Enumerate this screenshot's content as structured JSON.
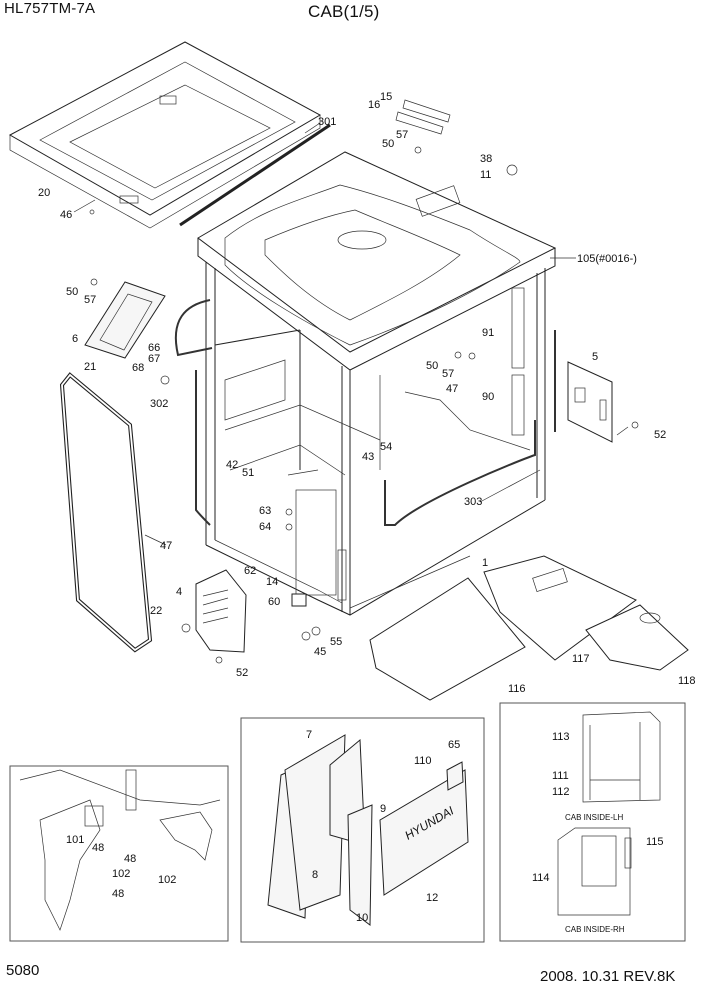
{
  "header": {
    "model": "HL757TM-7A",
    "title": "CAB(1/5)"
  },
  "footer": {
    "page_number": "5080",
    "date_rev": "2008. 10.31  REV.8K"
  },
  "glass_brand_text": "HYUNDAI",
  "insets": {
    "inside_lh_caption": "CAB INSIDE-LH",
    "inside_rh_caption": "CAB INSIDE-RH"
  },
  "callouts": {
    "c301": "301",
    "c20": "20",
    "c46": "46",
    "c15": "15",
    "c16": "16",
    "c57a": "57",
    "c50a": "50",
    "c38": "38",
    "c11": "11",
    "c105": "105(#0016-)",
    "c50b": "50",
    "c57b": "57",
    "c6": "6",
    "c21": "21",
    "c66": "66",
    "c67": "67",
    "c68": "68",
    "c302": "302",
    "c91": "91",
    "c50c": "50",
    "c57c": "57",
    "c47a": "47",
    "c90": "90",
    "c5": "5",
    "c52a": "52",
    "c43": "43",
    "c54": "54",
    "c42": "42",
    "c51": "51",
    "c63": "63",
    "c64": "64",
    "c303": "303",
    "c47b": "47",
    "c1": "1",
    "c62": "62",
    "c14": "14",
    "c4": "4",
    "c60": "60",
    "c22": "22",
    "c55": "55",
    "c45": "45",
    "c52b": "52",
    "c117": "117",
    "c116": "116",
    "c118": "118",
    "c7": "7",
    "c65": "65",
    "c110": "110",
    "c9": "9",
    "c8": "8",
    "c10": "10",
    "c12": "12",
    "c113": "113",
    "c111": "111",
    "c112": "112",
    "c115": "115",
    "c114": "114",
    "c101": "101",
    "c48a": "48",
    "c48b": "48",
    "c102a": "102",
    "c102b": "102",
    "c48c": "48"
  }
}
